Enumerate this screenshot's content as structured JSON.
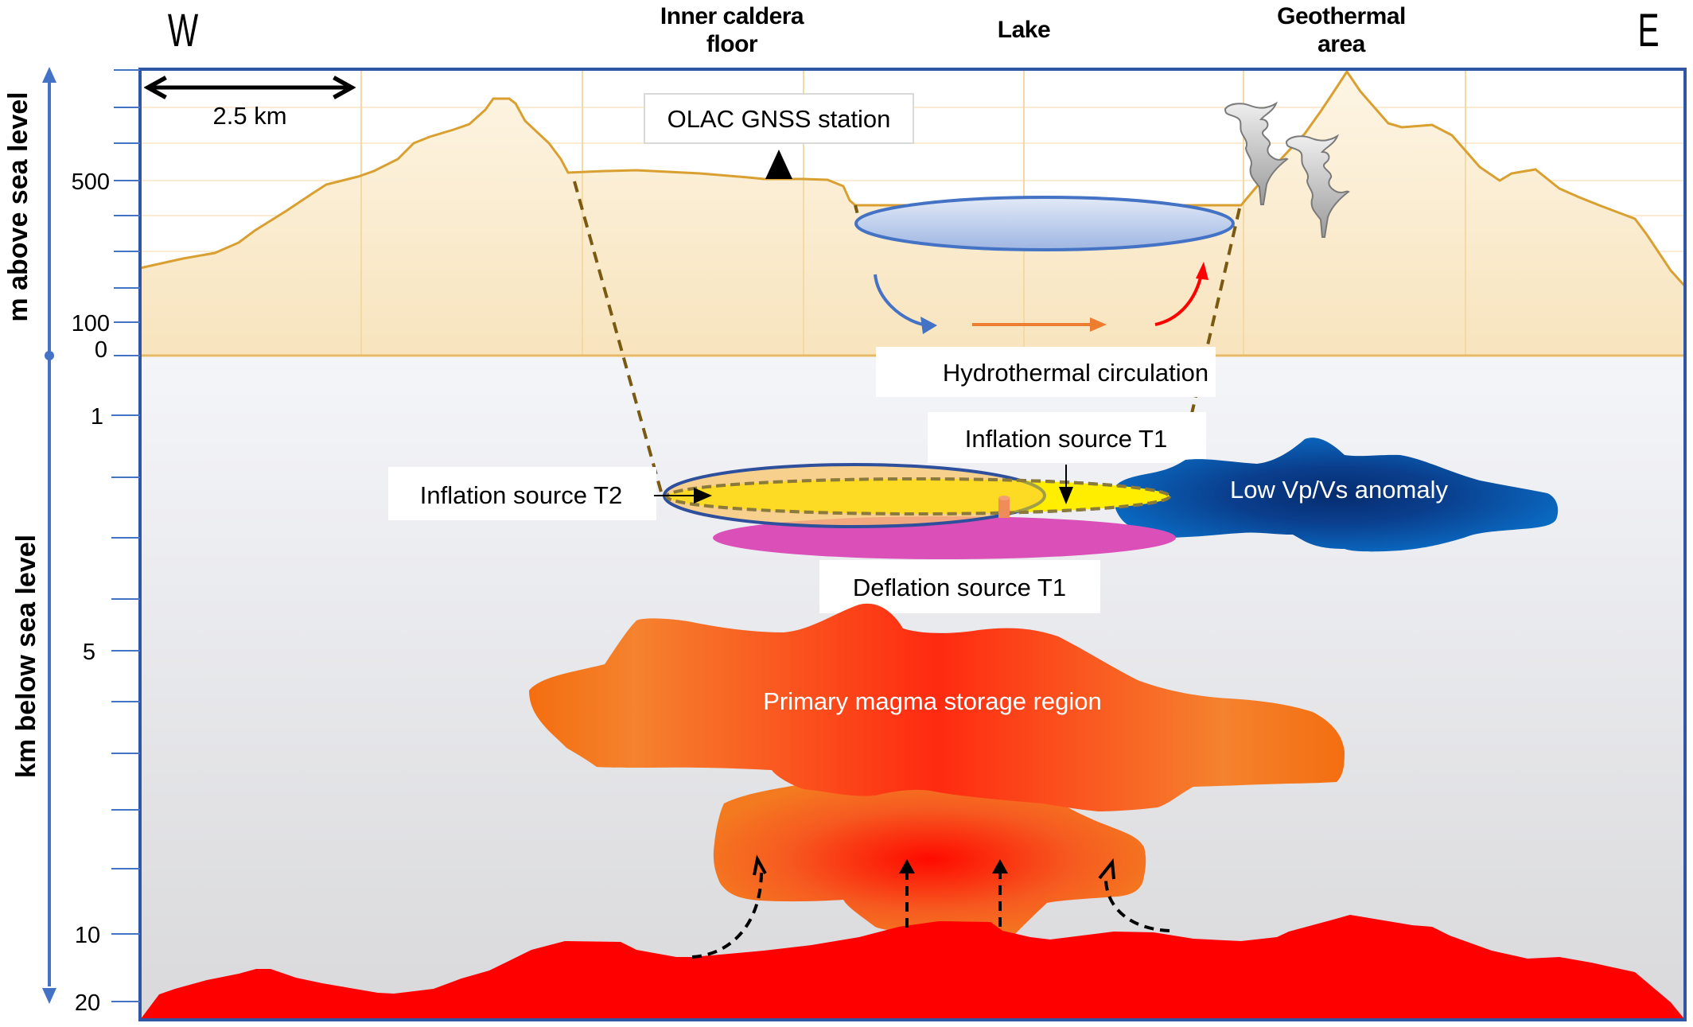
{
  "header": {
    "west": "W",
    "east": "E",
    "inner_caldera_line1": "Inner caldera",
    "inner_caldera_line2": "floor",
    "lake": "Lake",
    "geothermal_line1": "Geothermal",
    "geothermal_line2": "area"
  },
  "axes": {
    "upper_title": "m above sea level",
    "lower_title": "km below sea level",
    "upper_ticks": [
      {
        "value": 500,
        "label": "500"
      },
      {
        "value": 100,
        "label": "100"
      },
      {
        "value": 0,
        "label": "0"
      }
    ],
    "lower_ticks": [
      {
        "value": 1,
        "label": "1"
      },
      {
        "value": 5,
        "label": "5"
      },
      {
        "value": 10,
        "label": "10"
      },
      {
        "value": 20,
        "label": "20"
      }
    ],
    "color": "#4472C4"
  },
  "scale_bar": {
    "label": "2.5 km",
    "length_km": 2.5
  },
  "labels": {
    "gnss_station": "OLAC GNSS station",
    "hydrothermal": "Hydrothermal circulation",
    "inflation_t1": "Inflation source T1",
    "inflation_t2": "Inflation source T2",
    "deflation_t1": "Deflation source T1",
    "low_vpvs": "Low Vp/Vs anomaly",
    "primary_magma": "Primary magma storage region"
  },
  "colors": {
    "terrain_fill": "#FBEBCB",
    "terrain_line": "#D9A031",
    "caldera_fault": "#7A5A12",
    "lake_fill": "#B4C7E7",
    "lake_stroke": "#4472C4",
    "inflation_t2_fill": "#F9C56B",
    "inflation_t1_fill": "#FFFF00",
    "deflation_fill": "#DB4FB8",
    "low_vpvs": "#0B4EA0",
    "magma_orange": "#F47A20",
    "magma_red": "#FF0000",
    "circulation_cold": "#4472C4",
    "circulation_mid": "#ED7D31",
    "circulation_hot": "#FF0000"
  }
}
